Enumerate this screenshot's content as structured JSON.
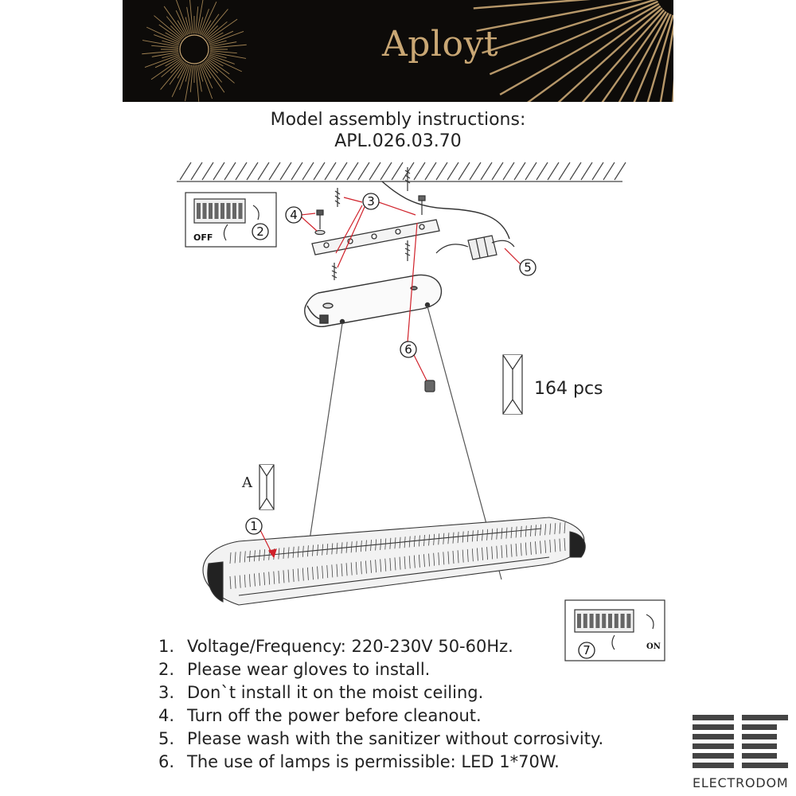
{
  "header": {
    "brand": "Aployt",
    "title_line1": "Model assembly instructions:",
    "title_line2": "APL.026.03.70"
  },
  "diagram": {
    "callouts": [
      "1",
      "2",
      "3",
      "4",
      "5",
      "6",
      "7"
    ],
    "switch_off_label": "OFF",
    "switch_on_label": "ON",
    "crystal_label": "A",
    "crystal_quantity": "164 pcs"
  },
  "instructions": [
    {
      "num": "1.",
      "text": "Voltage/Frequency: 220-230V 50-60Hz."
    },
    {
      "num": "2.",
      "text": "Please wear gloves to install."
    },
    {
      "num": "3.",
      "text": "Don`t install it on the moist ceiling."
    },
    {
      "num": "4.",
      "text": "Turn off the power before cleanout."
    },
    {
      "num": "5.",
      "text": "Please wash with the sanitizer without corrosivity."
    },
    {
      "num": "6.",
      "text": "The use of lamps is permissible: LED 1*70W."
    }
  ],
  "footer": {
    "logo_text": "ELECTRODOM"
  },
  "colors": {
    "banner_bg": "#0d0b09",
    "brand_gold": "#c9a774",
    "callout_arrow": "#d0212a"
  }
}
